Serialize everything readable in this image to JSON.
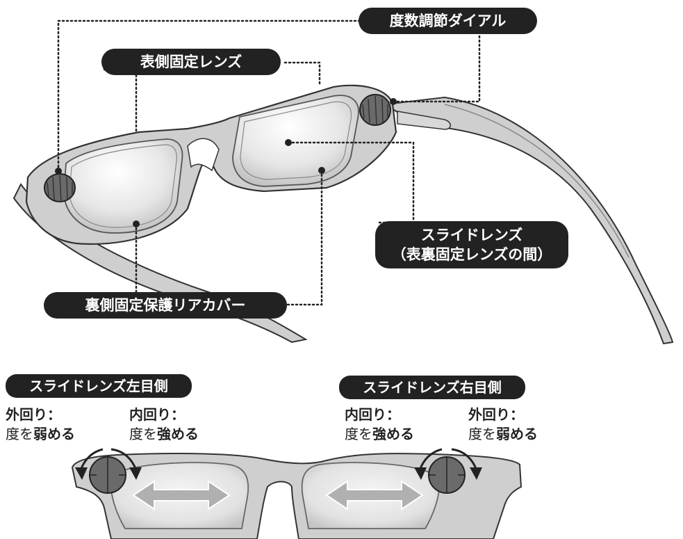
{
  "callouts": {
    "dial": "度数調節ダイアル",
    "front_lens": "表側固定レンズ",
    "slide_lens_line1": "スライドレンズ",
    "slide_lens_line2": "（表裏固定レンズの間）",
    "rear_cover": "裏側固定保護リアカバー"
  },
  "left_side": {
    "title": "スライドレンズ左目側",
    "outer": {
      "heading": "外回り：",
      "prefix": "度を",
      "strong": "弱める"
    },
    "inner": {
      "heading": "内回り：",
      "prefix": "度を",
      "strong": "強める"
    }
  },
  "right_side": {
    "title": "スライドレンズ右目側",
    "inner": {
      "heading": "内回り：",
      "prefix": "度を",
      "strong": "強める"
    },
    "outer": {
      "heading": "外回り：",
      "prefix": "度を",
      "strong": "弱める"
    }
  },
  "colors": {
    "frame": "#cfcfcf",
    "lens": "#e4e4e4",
    "dial": "#6a6a6a",
    "label_bg": "#222222"
  },
  "icons": [
    "dial-knob-icon",
    "rotation-arrow-icon",
    "double-arrow-icon"
  ]
}
